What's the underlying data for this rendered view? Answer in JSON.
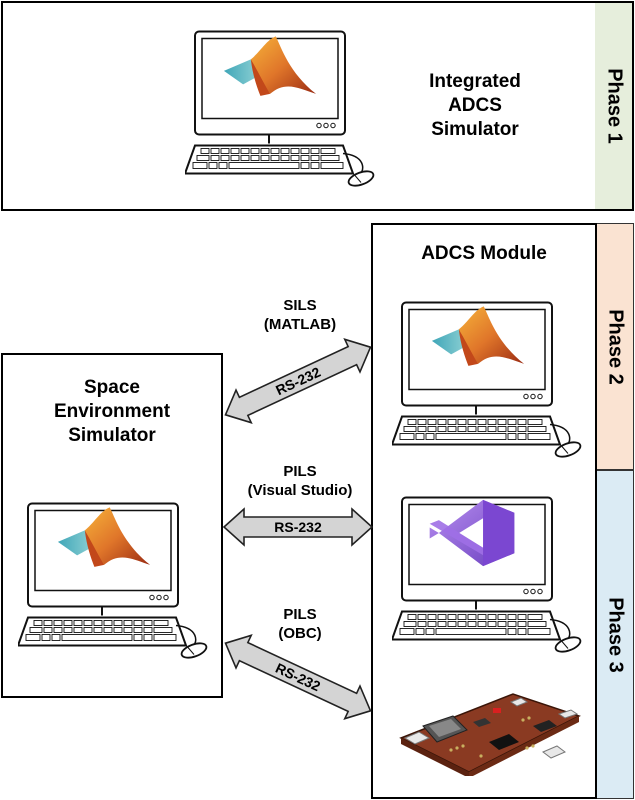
{
  "phase1": {
    "label": "Phase 1",
    "title_lines": [
      "Integrated",
      "ADCS",
      "Simulator"
    ]
  },
  "phase2": {
    "label": "Phase 2"
  },
  "phase3": {
    "label": "Phase 3"
  },
  "space_env": {
    "title_lines": [
      "Space",
      "Environment",
      "Simulator"
    ]
  },
  "adcs_module": {
    "title": "ADCS Module"
  },
  "links": [
    {
      "name_lines": [
        "SILS",
        "(MATLAB)"
      ],
      "arrow_label": "RS-232"
    },
    {
      "name_lines": [
        "PILS",
        "(Visual Studio)"
      ],
      "arrow_label": "RS-232"
    },
    {
      "name_lines": [
        "PILS",
        "(OBC)"
      ],
      "arrow_label": "RS-232"
    }
  ],
  "icons": [
    "matlab-logo-icon",
    "visual-studio-logo-icon",
    "obc-board-icon",
    "computer-icon"
  ],
  "colors": {
    "phase1_bg": "#e6eedc",
    "phase2_bg": "#fae3d2",
    "phase3_bg": "#dbebf4",
    "arrow_fill": "#d4d4d4",
    "matlab_orange": "#e0762a",
    "vs_purple": "#8c5bd6"
  }
}
